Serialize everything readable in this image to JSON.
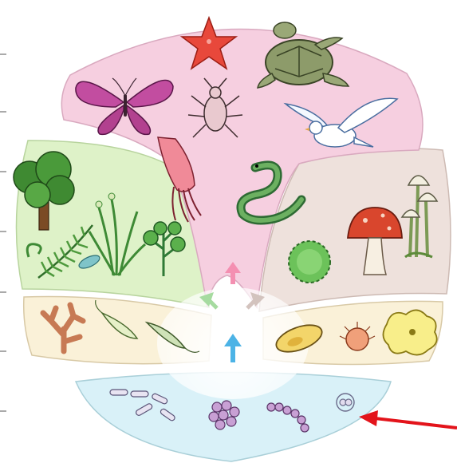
{
  "diagram": {
    "kind": "tree-of-life illustration",
    "regions": [
      {
        "name": "animals",
        "color": "#f6cfe0",
        "organisms": [
          "starfish-icon",
          "turtle-icon",
          "butterfly-icon",
          "beetle-icon",
          "dove-icon",
          "squid-icon",
          "snake-icon"
        ]
      },
      {
        "name": "plants",
        "color": "#def2c8",
        "organisms": [
          "tree-icon",
          "grass-icon",
          "fern-icon",
          "moss-icon",
          "leaf-icon",
          "herb-icon"
        ]
      },
      {
        "name": "fungi",
        "color": "#eee1dc",
        "organisms": [
          "mushroom-icon",
          "small-mushrooms-icon",
          "mold-icon"
        ]
      },
      {
        "name": "protists-left",
        "color": "#faf1d8",
        "organisms": [
          "coral-alga-icon",
          "euglena-icon",
          "flagellate-icon"
        ]
      },
      {
        "name": "protists-right",
        "color": "#faf1d8",
        "organisms": [
          "paramecium-icon",
          "foram-icon",
          "amoeba-icon"
        ]
      },
      {
        "name": "prokaryotes",
        "color": "#d9f1f8",
        "organisms": [
          "rod-bacteria-icon",
          "coccus-cluster-icon",
          "streptococcus-icon",
          "diplococcus-icon"
        ]
      }
    ],
    "arrows": {
      "center_colors": [
        "#f48fb1",
        "#8ed18a",
        "#c9b7b2",
        "#4cb3e6"
      ],
      "pointer_color": "#e3141b"
    }
  }
}
